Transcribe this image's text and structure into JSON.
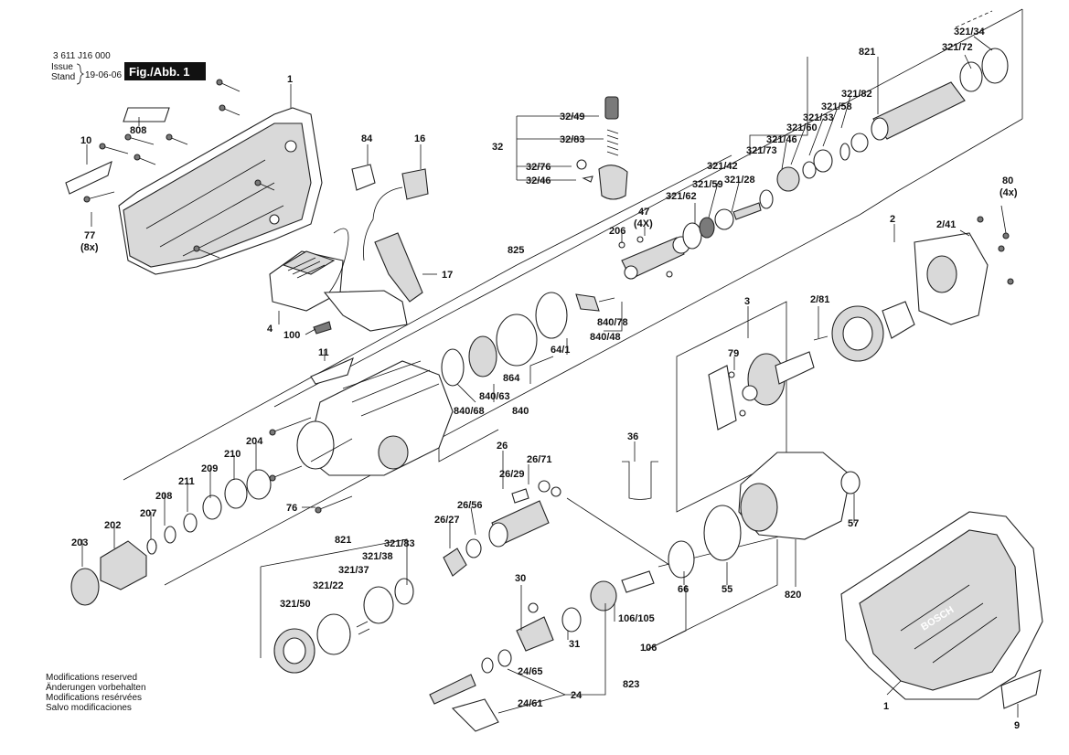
{
  "header": {
    "doc_number": "3 611 J16 000",
    "issue_label": "Issue",
    "stand_label": "Stand",
    "date": "19-06-06",
    "fig_label": "Fig./Abb. 1"
  },
  "footer": {
    "notes": [
      "Modifications reserved",
      "Änderungen vorbehalten",
      "Modifications resérvées",
      "Salvo modificaciones"
    ]
  },
  "callouts": {
    "c1_top": "1",
    "c808": "808",
    "c10": "10",
    "c77": "77",
    "c77q": "(8x)",
    "c84": "84",
    "c16": "16",
    "c17": "17",
    "c4": "4",
    "c100": "100",
    "c11": "11",
    "c32": "32",
    "c32_49": "32/49",
    "c32_83": "32/83",
    "c32_76": "32/76",
    "c32_46": "32/46",
    "c825": "825",
    "c206": "206",
    "c47": "47",
    "c47q": "(4X)",
    "c321_62": "321/62",
    "c321_59": "321/59",
    "c321_28": "321/28",
    "c321_42": "321/42",
    "c321_73": "321/73",
    "c321_46": "321/46",
    "c321_60": "321/60",
    "c321_33": "321/33",
    "c321_58": "321/58",
    "c321_82": "321/82",
    "c821_top": "821",
    "c321_72": "321/72",
    "c321_34": "321/34",
    "c80": "80",
    "c80q": "(4x)",
    "c2": "2",
    "c2_41": "2/41",
    "c2_81": "2/81",
    "c3": "3",
    "c79": "79",
    "c840_78": "840/78",
    "c840_48": "840/48",
    "c64_1": "64/1",
    "c864": "864",
    "c840_63": "840/63",
    "c840": "840",
    "c840_68": "840/68",
    "c204": "204",
    "c210": "210",
    "c209": "209",
    "c211": "211",
    "c208": "208",
    "c207": "207",
    "c202": "202",
    "c203": "203",
    "c76": "76",
    "c26": "26",
    "c26_71": "26/71",
    "c26_29": "26/29",
    "c26_56": "26/56",
    "c26_27": "26/27",
    "c36": "36",
    "c57": "57",
    "c66": "66",
    "c55": "55",
    "c820": "820",
    "c821_bot": "821",
    "c321_83": "321/83",
    "c321_38": "321/38",
    "c321_37": "321/37",
    "c321_22": "321/22",
    "c321_50": "321/50",
    "c30": "30",
    "c31": "31",
    "c106_105": "106/105",
    "c106": "106",
    "c24_65": "24/65",
    "c24_61": "24/61",
    "c24": "24",
    "c823": "823",
    "c1_bot": "1",
    "c9": "9"
  },
  "brand": {
    "housing_logo": "BOSCH"
  }
}
